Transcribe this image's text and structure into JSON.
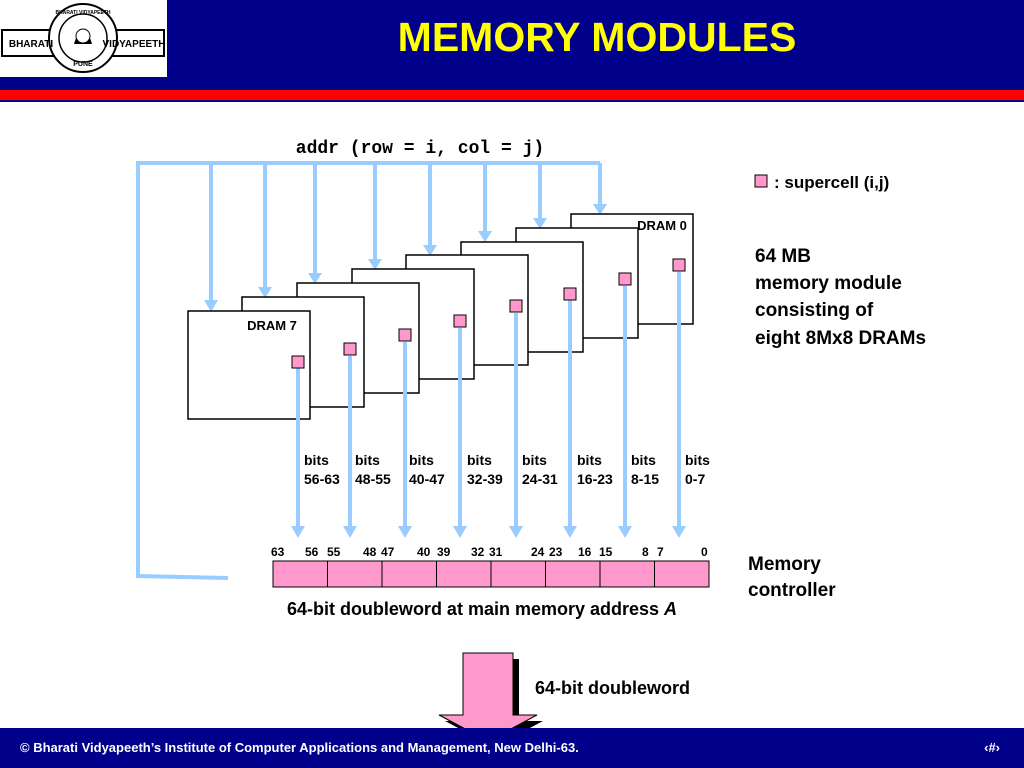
{
  "header": {
    "title": "MEMORY MODULES",
    "logo": {
      "left_text": "BHARATI",
      "right_text": "VIDYAPEETH",
      "bottom_text": "PUNE",
      "arc_text": "BHARATI VIDYAPEETH"
    }
  },
  "diagram": {
    "address_label": "addr (row = i, col = j)",
    "legend_label": ": supercell (i,j)",
    "module_description": [
      "64 MB",
      "memory module",
      "consisting of",
      "eight 8Mx8 DRAMs"
    ],
    "dram_top_label": "DRAM 0",
    "dram_front_label": "DRAM 7",
    "bit_groups": [
      {
        "word": "bits",
        "range": "56-63"
      },
      {
        "word": "bits",
        "range": "48-55"
      },
      {
        "word": "bits",
        "range": "40-47"
      },
      {
        "word": "bits",
        "range": "32-39"
      },
      {
        "word": "bits",
        "range": "24-31"
      },
      {
        "word": "bits",
        "range": "16-23"
      },
      {
        "word": "bits",
        "range": "8-15"
      },
      {
        "word": "bits",
        "range": "0-7"
      }
    ],
    "bit_positions": [
      "63",
      "56",
      "55",
      "48",
      "47",
      "40",
      "39",
      "32",
      "31",
      "24",
      "23",
      "16",
      "15",
      "8",
      "7",
      "0"
    ],
    "controller_label": [
      "Memory",
      "controller"
    ],
    "doubleword_caption": "64-bit doubleword at main memory address",
    "doubleword_caption_var": "A",
    "output_label": "64-bit doubleword"
  },
  "footer": {
    "text": "© Bharati Vidyapeeth’s Institute of Computer Applications and Management, New Delhi-63.",
    "page": "‹#›"
  },
  "colors": {
    "header_bg": "#00008a",
    "title": "#ffff00",
    "accent_red": "#ff0000",
    "arrow": "#99ccff",
    "supercell": "#ff99cc"
  }
}
